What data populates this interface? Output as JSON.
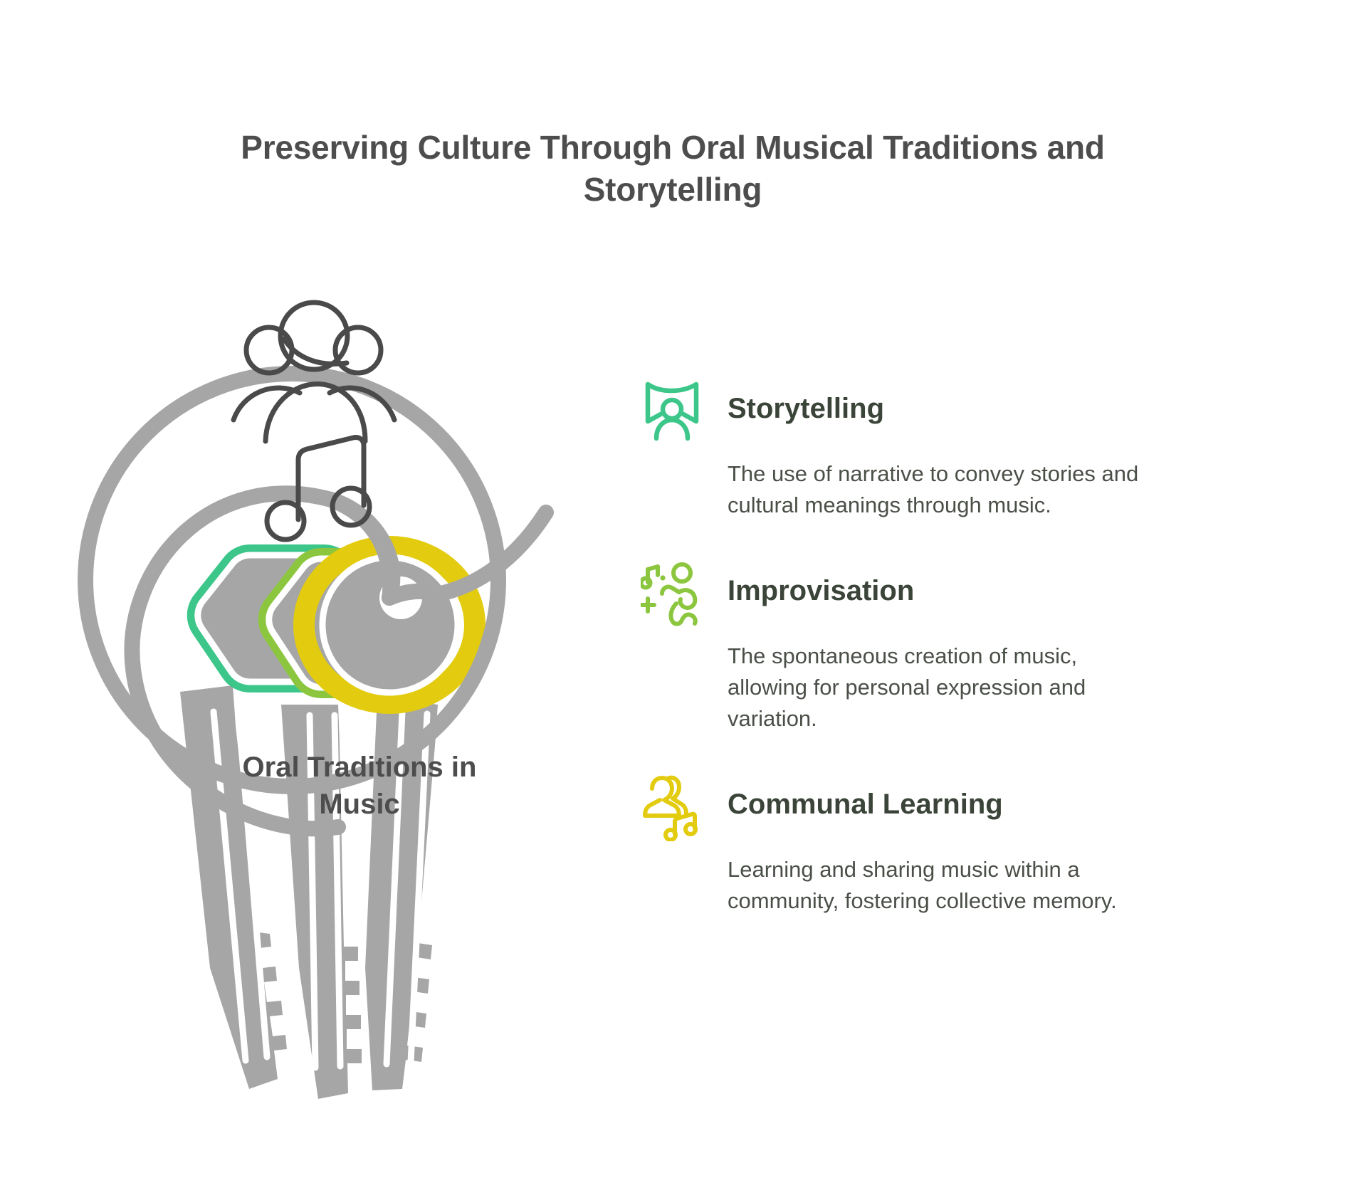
{
  "page": {
    "title": "Preserving Culture Through Oral Musical Traditions and Storytelling",
    "background_color": "#FFFFFF",
    "title_color": "#4D4D4D"
  },
  "central": {
    "label": "Oral Traditions in Music",
    "icon": "group-people-music-note-icon",
    "ring_color": "#A6A6A6",
    "key_colors": [
      "#3CC68A",
      "#8CC63F",
      "#E3CC10"
    ],
    "key_body_color": "#A6A6A6"
  },
  "items": [
    {
      "title": "Storytelling",
      "description": "The use of narrative to convey stories and cultural meanings through music.",
      "icon": "storytelling-banner-person-icon",
      "color": "#3CC68A"
    },
    {
      "title": "Improvisation",
      "description": "The spontaneous creation of music, allowing for personal expression and variation.",
      "icon": "dancing-person-music-note-icon",
      "color": "#8CC63F"
    },
    {
      "title": "Communal Learning",
      "description": "Learning and sharing music within a community, fostering collective memory.",
      "icon": "two-people-music-notes-icon",
      "color": "#E3CC10"
    }
  ]
}
